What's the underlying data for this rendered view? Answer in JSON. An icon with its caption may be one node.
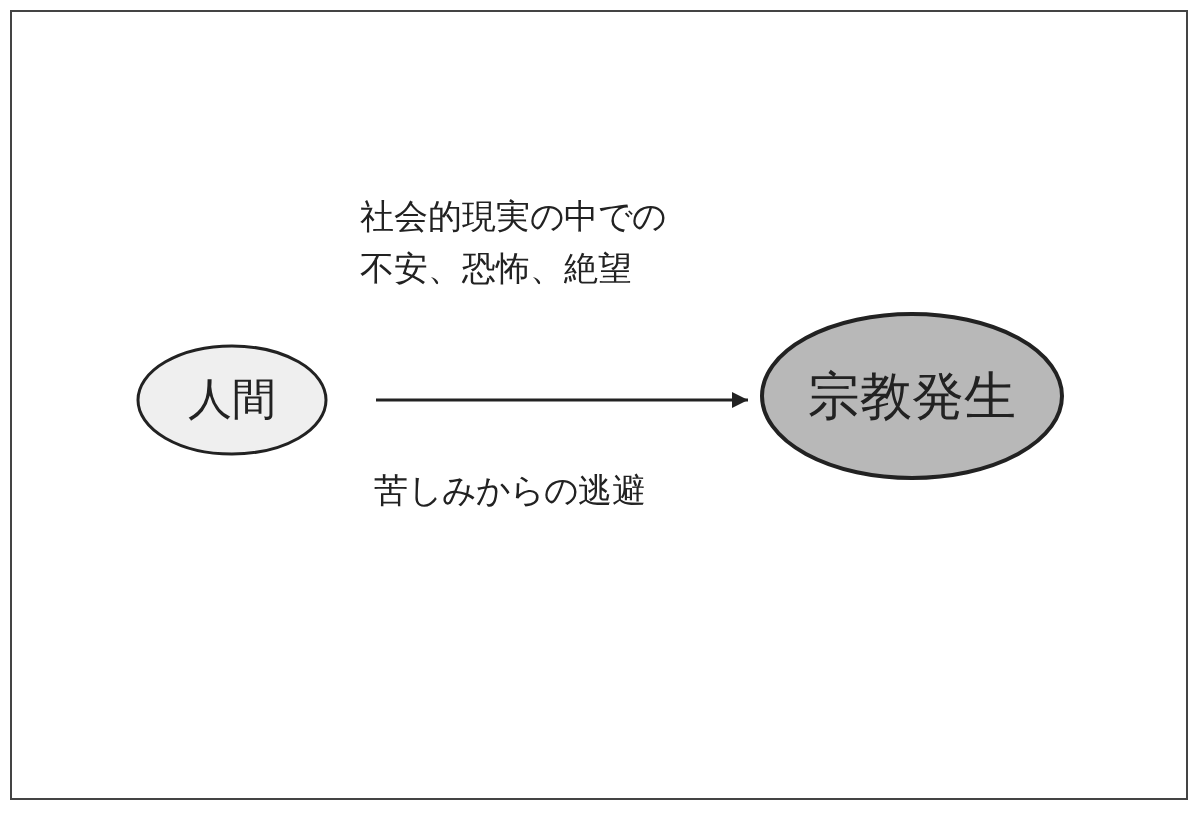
{
  "diagram": {
    "nodes": [
      {
        "text": [
          "人間"
        ]
      },
      {
        "text": [
          "宗教発生"
        ]
      }
    ],
    "edges": [
      {
        "from": 0,
        "to": 1,
        "arrow": "to"
      }
    ],
    "labels": [
      "社会的現実の中での不安、恐怖、絶望",
      "苦しみからの逃避"
    ]
  }
}
